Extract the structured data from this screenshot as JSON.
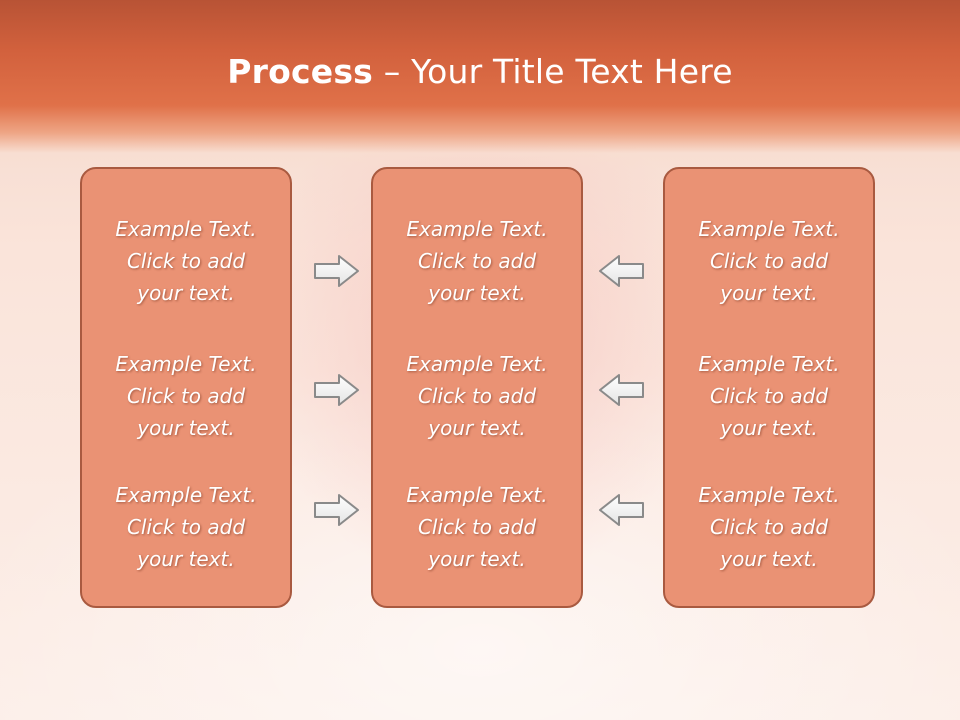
{
  "slide": {
    "title_bold": "Process",
    "title_rest": " – Your Title Text Here"
  },
  "columns": [
    {
      "cells": [
        {
          "line1": "Example Text.",
          "line2": "Click  to add",
          "line3": "your text."
        },
        {
          "line1": "Example Text.",
          "line2": "Click  to add",
          "line3": "your text."
        },
        {
          "line1": "Example Text.",
          "line2": "Click  to add",
          "line3": "your text."
        }
      ]
    },
    {
      "cells": [
        {
          "line1": "Example Text.",
          "line2": "Click  to add",
          "line3": "your text."
        },
        {
          "line1": "Example Text.",
          "line2": "Click  to add",
          "line3": "your text."
        },
        {
          "line1": "Example Text.",
          "line2": "Click  to add",
          "line3": "your text."
        }
      ]
    },
    {
      "cells": [
        {
          "line1": "Example Text.",
          "line2": "Click  to add",
          "line3": "your text."
        },
        {
          "line1": "Example Text.",
          "line2": "Click  to add",
          "line3": "your text."
        },
        {
          "line1": "Example Text.",
          "line2": "Click  to add",
          "line3": "your text."
        }
      ]
    }
  ],
  "arrows": {
    "left_group": "arrow-right-icon",
    "right_group": "arrow-left-icon",
    "fill_color": "#ffffff",
    "stroke_color": "#8a8a8a"
  },
  "colors": {
    "header": "#d2613d",
    "box_fill": "#ea9274",
    "box_border": "#a95a40",
    "text": "#ffffff"
  }
}
